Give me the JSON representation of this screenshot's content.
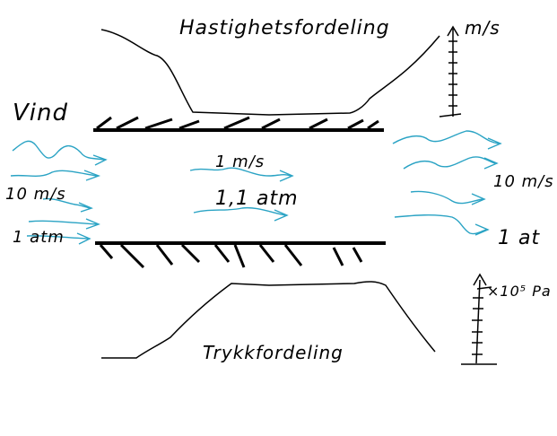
{
  "labels": {
    "velocity_title": "Hastighetsfordeling",
    "pressure_title": "Trykkfordeling",
    "wind": "Vind",
    "velocity_unit_top": "m/s",
    "pressure_unit": "×10⁵ Pa",
    "inlet_speed": "10 m/s",
    "inlet_pressure": "1 atm",
    "inner_speed": "1 m/s",
    "inner_pressure": "1,1 atm",
    "outlet_speed": "10 m/s",
    "outlet_pressure": "1 at"
  },
  "colors": {
    "ink": "#000000",
    "flow": "#2aa3c4"
  }
}
